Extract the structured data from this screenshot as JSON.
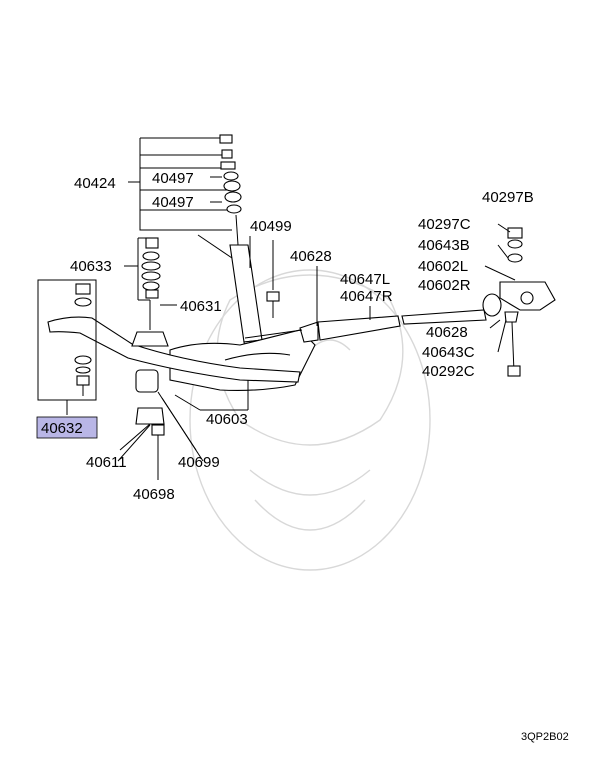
{
  "diagram": {
    "part_labels": {
      "p40424": "40424",
      "p40497a": "40497",
      "p40497b": "40497",
      "p40499": "40499",
      "p40628a": "40628",
      "p40647l": "40647L",
      "p40647r": "40647R",
      "p40297b": "40297B",
      "p40297c": "40297C",
      "p40643b": "40643B",
      "p40602l": "40602L",
      "p40602r": "40602R",
      "p40628b": "40628",
      "p40643c": "40643C",
      "p40292c": "40292C",
      "p40633": "40633",
      "p40631": "40631",
      "p40603": "40603",
      "p40632": "40632",
      "p40611": "40611",
      "p40699": "40699",
      "p40698": "40698"
    },
    "highlighted_part": "40632",
    "highlight_color": "#b9b6e6",
    "code": "3QP2B02"
  }
}
